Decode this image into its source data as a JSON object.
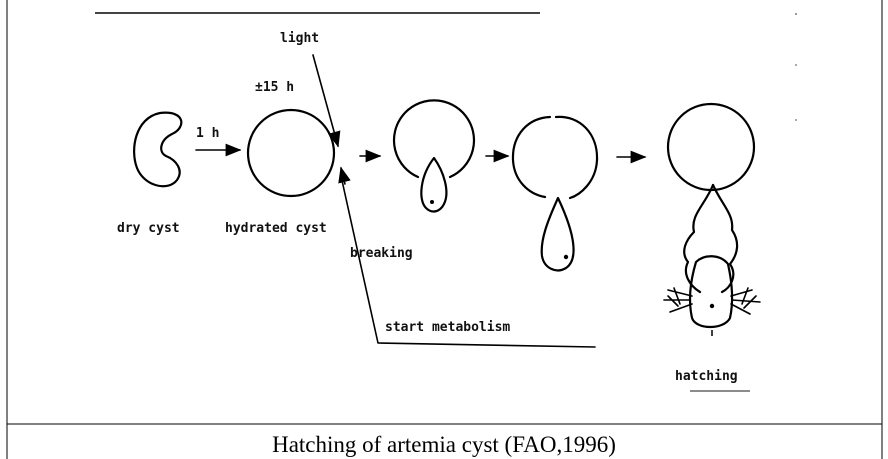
{
  "labels": {
    "light": "light",
    "time_15h": "±15 h",
    "time_1h": "1 h",
    "dry_cyst": "dry cyst",
    "hydrated_cyst": "hydrated cyst",
    "breaking": "breaking",
    "start_metabolism": "start metabolism",
    "hatching": "hatching"
  },
  "caption": "Hatching of artemia cyst (FAO,1996)"
}
